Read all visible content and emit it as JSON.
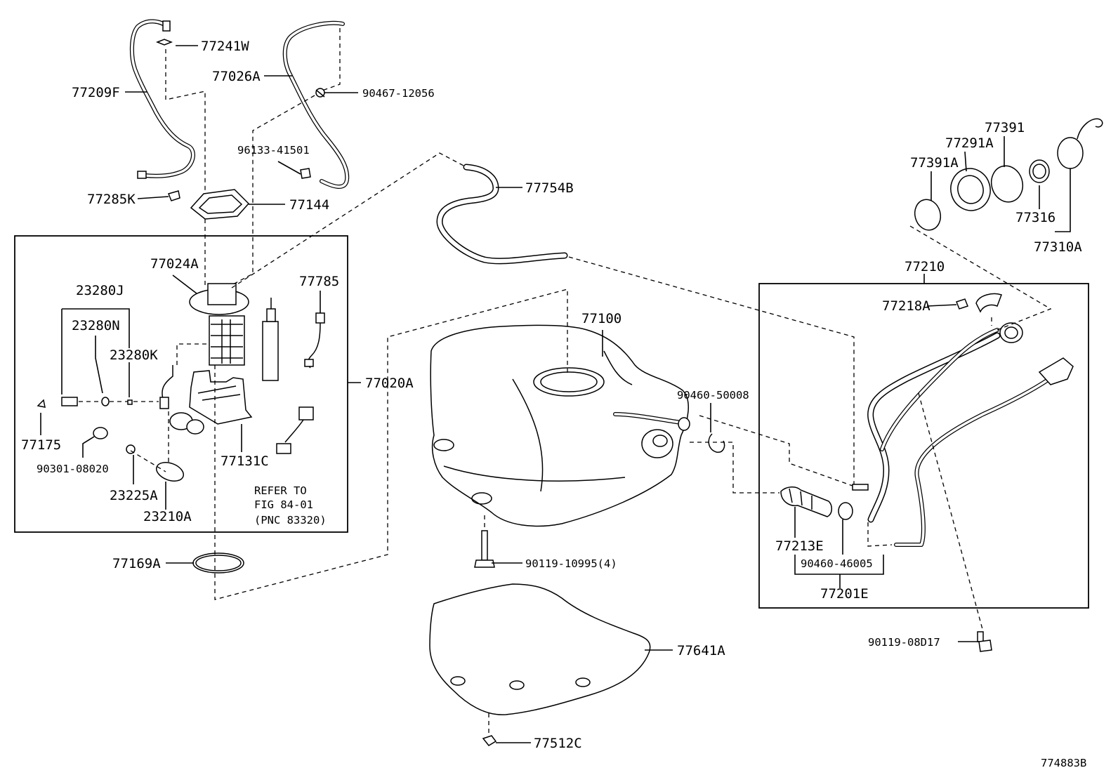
{
  "diagram": {
    "figure_code": "774883B",
    "refer_note": [
      "REFER TO",
      "FIG 84-01",
      "(PNC 83320)"
    ],
    "labels": {
      "l77241W": "77241W",
      "l77209F": "77209F",
      "l77026A": "77026A",
      "l90467": "90467-12056",
      "l96133": "96133-41501",
      "l77285K": "77285K",
      "l77144": "77144",
      "l77024A": "77024A",
      "l23280J": "23280J",
      "l23280N": "23280N",
      "l23280K": "23280K",
      "l77785": "77785",
      "l77020A": "77020A",
      "l77175": "77175",
      "l90301": "90301-08020",
      "l77131C": "77131C",
      "l23225A": "23225A",
      "l23210A": "23210A",
      "l77169A": "77169A",
      "l77754B": "77754B",
      "l77100": "77100",
      "l90460_50008": "90460-50008",
      "l90119_10995": "90119-10995(4)",
      "l77641A": "77641A",
      "l77512C": "77512C",
      "l77391": "77391",
      "l77291A": "77291A",
      "l77391A": "77391A",
      "l77316": "77316",
      "l77310A": "77310A",
      "l77210": "77210",
      "l77218A": "77218A",
      "l77213E": "77213E",
      "l90460_46005": "90460-46005",
      "l77201E": "77201E",
      "l90119_08D17": "90119-08D17"
    }
  }
}
